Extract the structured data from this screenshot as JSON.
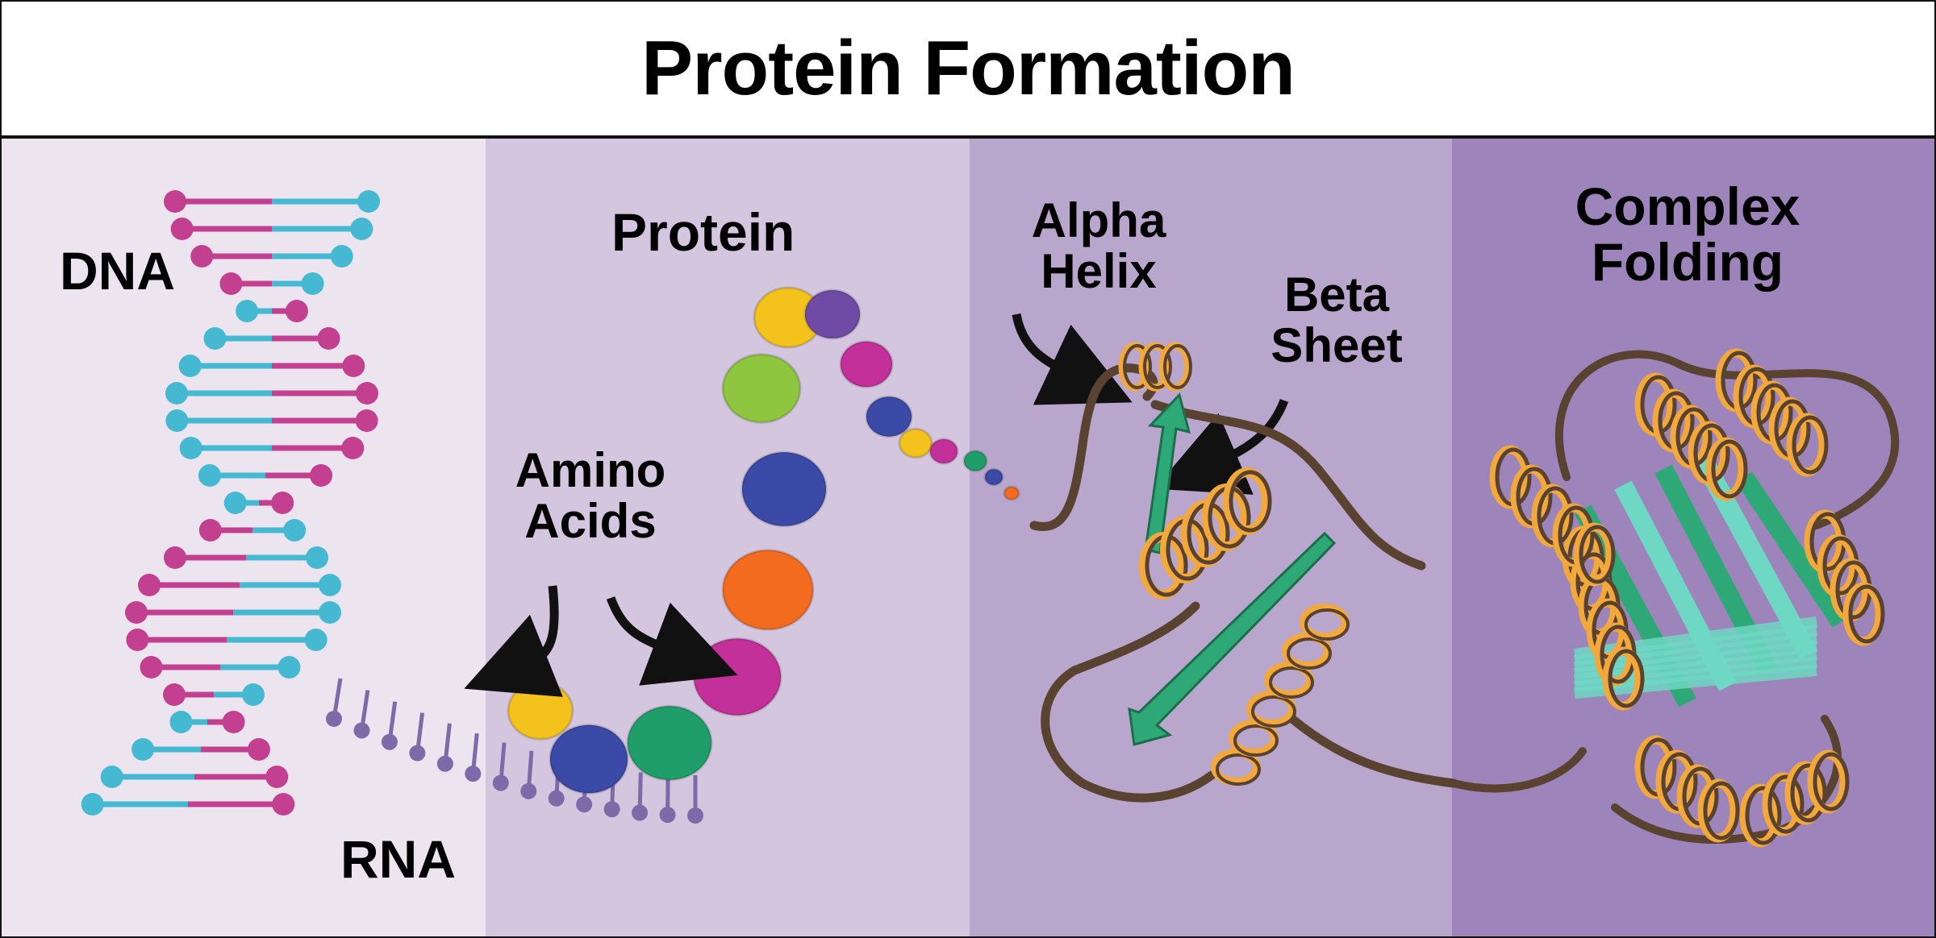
{
  "title": "Protein Formation",
  "labels": {
    "dna": "DNA",
    "rna": "RNA",
    "protein": "Protein",
    "amino_acids": "Amino\nAcids",
    "alpha_helix": "Alpha\nHelix",
    "beta_sheet": "Beta\nSheet",
    "complex_folding": "Complex\nFolding"
  },
  "colors": {
    "panel_1": "#ece4ef",
    "panel_2": "#d4c6df",
    "panel_3": "#b8a6cd",
    "panel_4": "#9d84ba",
    "dna_magenta": "#c2408f",
    "dna_cyan": "#45b8d2",
    "rna_purple": "#7e6aa8",
    "ribbon_brown": "#5a4230",
    "ribbon_orange": "#f2a83a",
    "sheet_green": "#2fa878",
    "sheet_aqua": "#6fd8c4"
  },
  "amino_acid_colors": [
    "#f3c21d",
    "#3b4aa6",
    "#1f9e6a",
    "#c4309a",
    "#f26b1f",
    "#3b4aa6",
    "#8ec63f",
    "#f3c21d",
    "#6f4ba6",
    "#c4309a",
    "#3b4aa6",
    "#f3c21d",
    "#c4309a",
    "#1f9e6a",
    "#3b4aa6",
    "#f26b1f"
  ]
}
